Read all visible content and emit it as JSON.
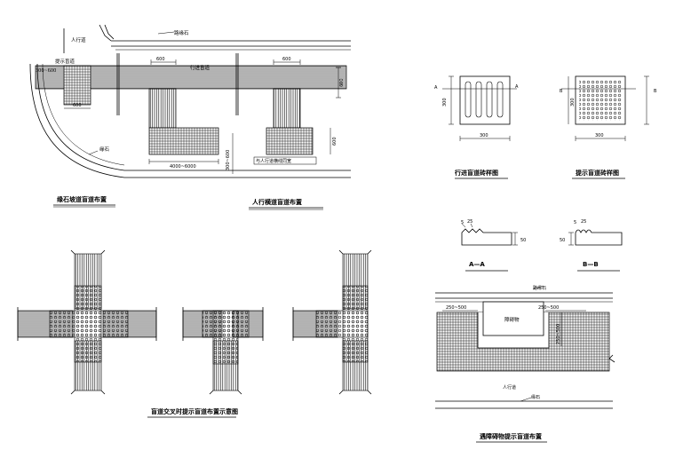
{
  "labels": {
    "pedestrian": "人行道",
    "curb": "路缘石",
    "curb_b": "缘石",
    "hint_tile": "提示盲道",
    "guide_tile": "行进盲道",
    "dim_300_600": "300~600",
    "dim_600": "600",
    "dim_4000_6000": "4000~6000",
    "dim_300_600_v": "300~600",
    "crosswalk_width": "与人行道横线同宽",
    "obstacle": "障碍物",
    "dim_250_500": "250~500",
    "dim_300": "300",
    "dim_5": "5",
    "dim_25": "25",
    "dim_50": "50",
    "a_mark": "A",
    "b_mark": "B"
  },
  "captions": {
    "curb_corner": "缘石坡道盲道布置",
    "crosswalk": "人行横道盲道布置",
    "guide_detail": "行进盲道砖样图",
    "hint_detail": "提示盲道砖样图",
    "section_a": "A—A",
    "section_b": "B—B",
    "intersection": "盲道交叉时提示盲道布置示意图",
    "obstacle_layout": "遇障碍物提示盲道布置"
  }
}
